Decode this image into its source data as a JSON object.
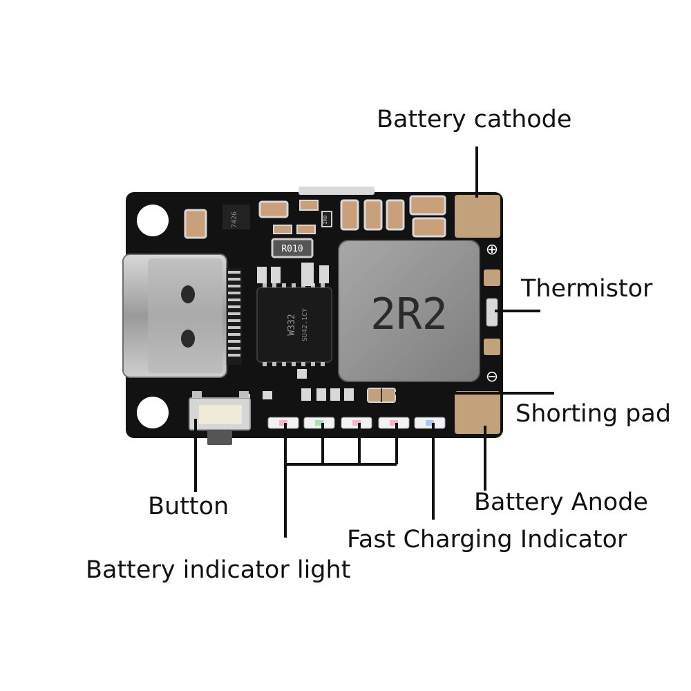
{
  "labels": {
    "battery_cathode": "Battery cathode",
    "thermistor": "Thermistor",
    "shorting_pad": "Shorting pad",
    "battery_anode": "Battery Anode",
    "fast_charging_indicator": "Fast Charging Indicator",
    "button": "Button",
    "battery_indicator_light": "Battery indicator light"
  },
  "board_markings": {
    "inductor": "2R2",
    "ic_line1": "W332",
    "ic_line2": "SU42.1CY",
    "small_component": "R010",
    "mosfet": "7426",
    "tiny_part": "2R0",
    "plus_symbol": "⊕",
    "minus_symbol": "⊖"
  },
  "colors": {
    "pcb": "#121212",
    "pad": "#c2a27a",
    "inductor": "#8e8e8e",
    "usb_shell": "#b9b9b9",
    "leader_line": "#111111"
  }
}
